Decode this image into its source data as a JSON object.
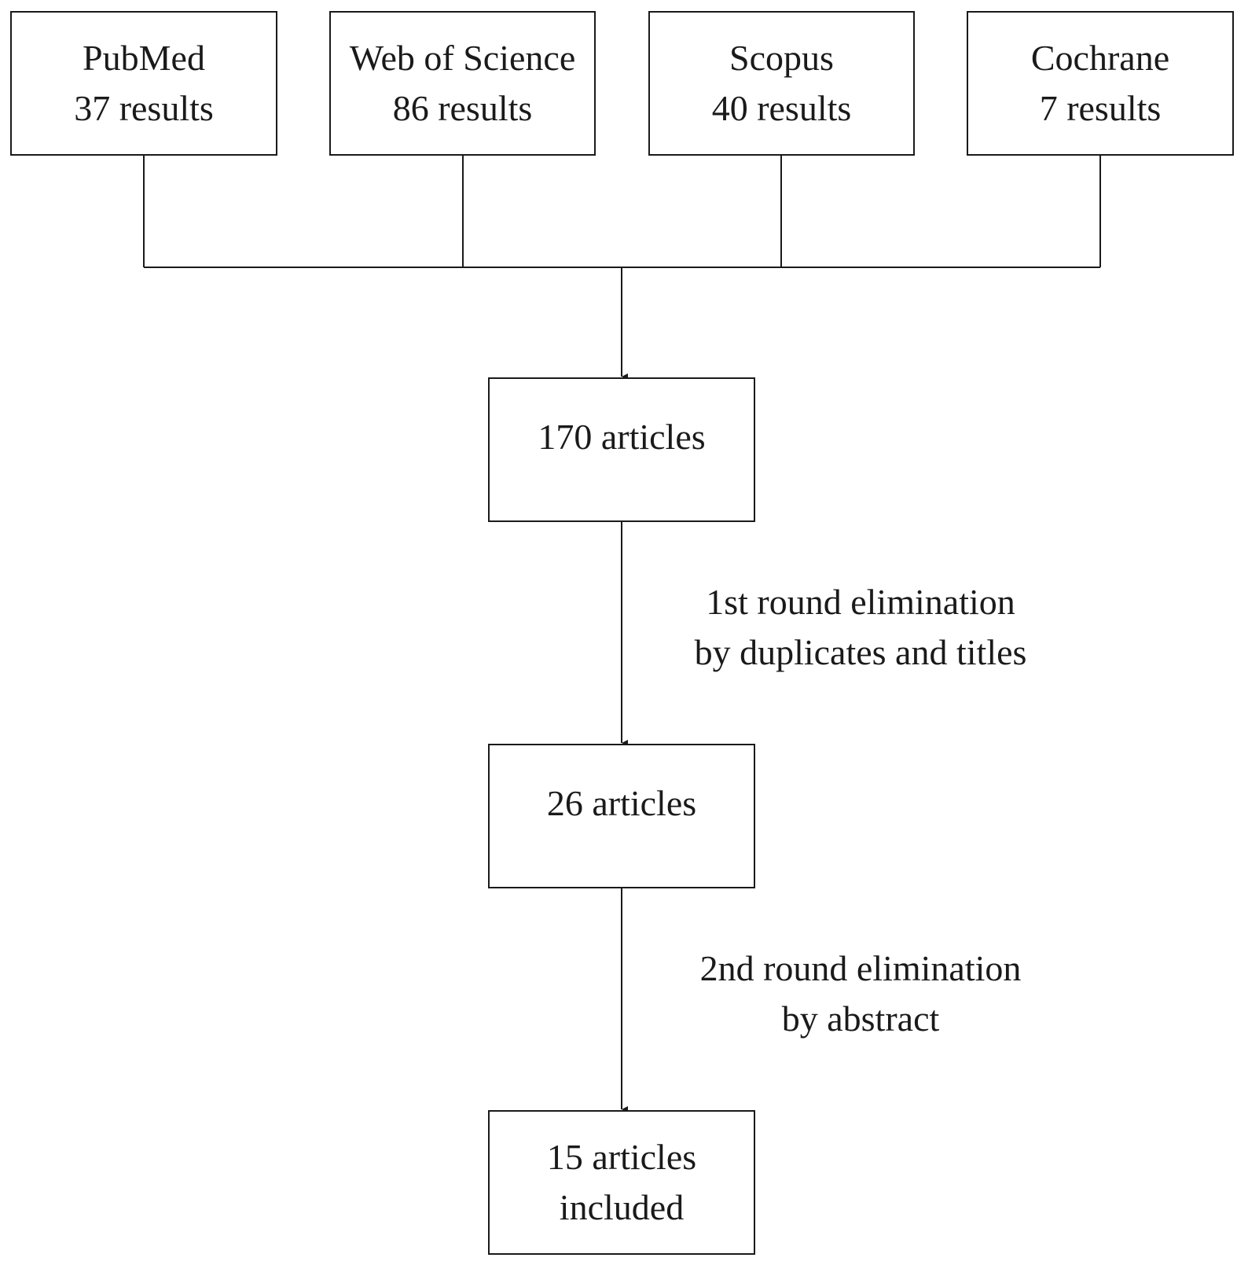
{
  "sources": [
    {
      "name": "PubMed",
      "results": "37 results"
    },
    {
      "name": "Web of Science",
      "results": "86 results"
    },
    {
      "name": "Scopus",
      "results": "40 results"
    },
    {
      "name": "Cochrane",
      "results": "7 results"
    }
  ],
  "stages": [
    {
      "lines": [
        "170 articles"
      ]
    },
    {
      "lines": [
        "26 articles"
      ]
    },
    {
      "lines": [
        "15 articles",
        "included"
      ]
    }
  ],
  "steps": [
    {
      "lines": [
        "1st round elimination",
        "by duplicates and titles"
      ]
    },
    {
      "lines": [
        "2nd round elimination",
        "by abstract"
      ]
    }
  ]
}
